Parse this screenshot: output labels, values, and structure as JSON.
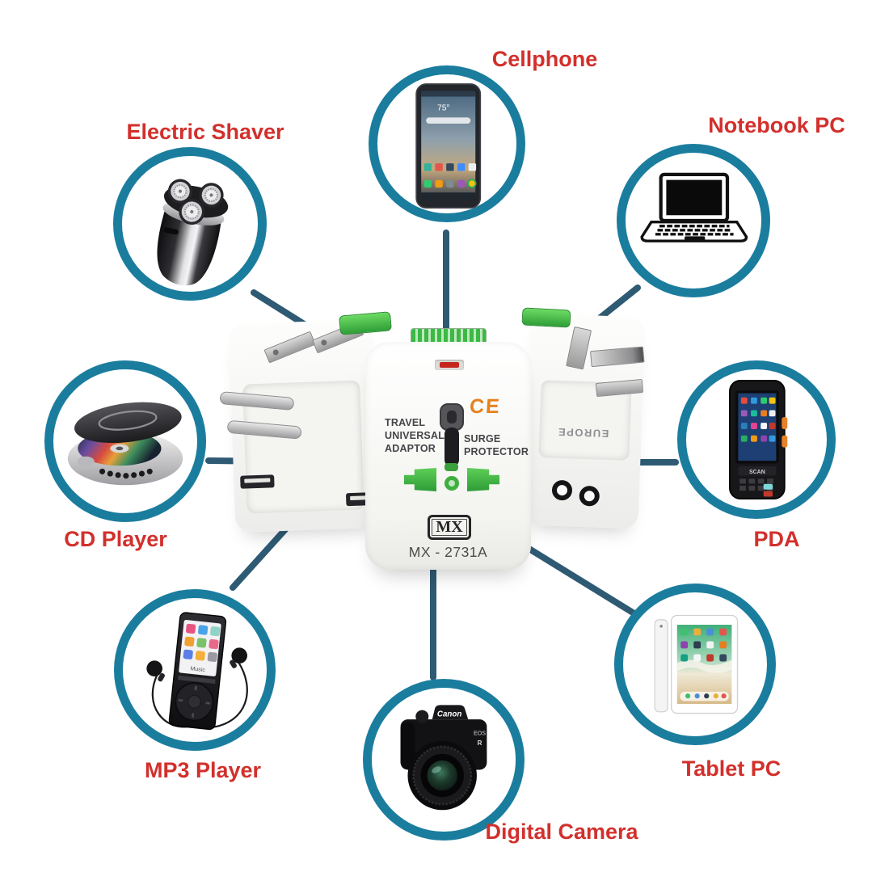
{
  "colors": {
    "node_ring": "#1b7d9e",
    "connector": "#2e5a73",
    "label_red": "#d2302c",
    "green_accent": "#3fae3f",
    "ce_orange": "#e6801e",
    "background": "#ffffff"
  },
  "nodes": [
    {
      "id": "cellphone",
      "label": "Cellphone"
    },
    {
      "id": "notebook-pc",
      "label": "Notebook PC"
    },
    {
      "id": "electric-shaver",
      "label": "Electric Shaver"
    },
    {
      "id": "cd-player",
      "label": "CD Player"
    },
    {
      "id": "pda",
      "label": "PDA"
    },
    {
      "id": "mp3-player",
      "label": "MP3 Player"
    },
    {
      "id": "digital-camera",
      "label": "Digital Camera"
    },
    {
      "id": "tablet-pc",
      "label": "Tablet PC"
    }
  ],
  "adapter": {
    "front_label_line1": "TRAVEL",
    "front_label_line2": "UNIVERSAL",
    "front_label_line3": "ADAPTOR",
    "front_label_right_line1": "SURGE",
    "front_label_right_line2": "PROTECTOR",
    "ce_mark": "CE",
    "brand": "MX",
    "model": "MX - 2731A",
    "side_label": "EUROPE"
  },
  "device_details": {
    "phone_weather": "75°",
    "mp3_screen_label": "Music",
    "pda_key_label": "SCAN",
    "camera_brand": "Canon",
    "camera_model": "EOS",
    "camera_series": "R"
  }
}
